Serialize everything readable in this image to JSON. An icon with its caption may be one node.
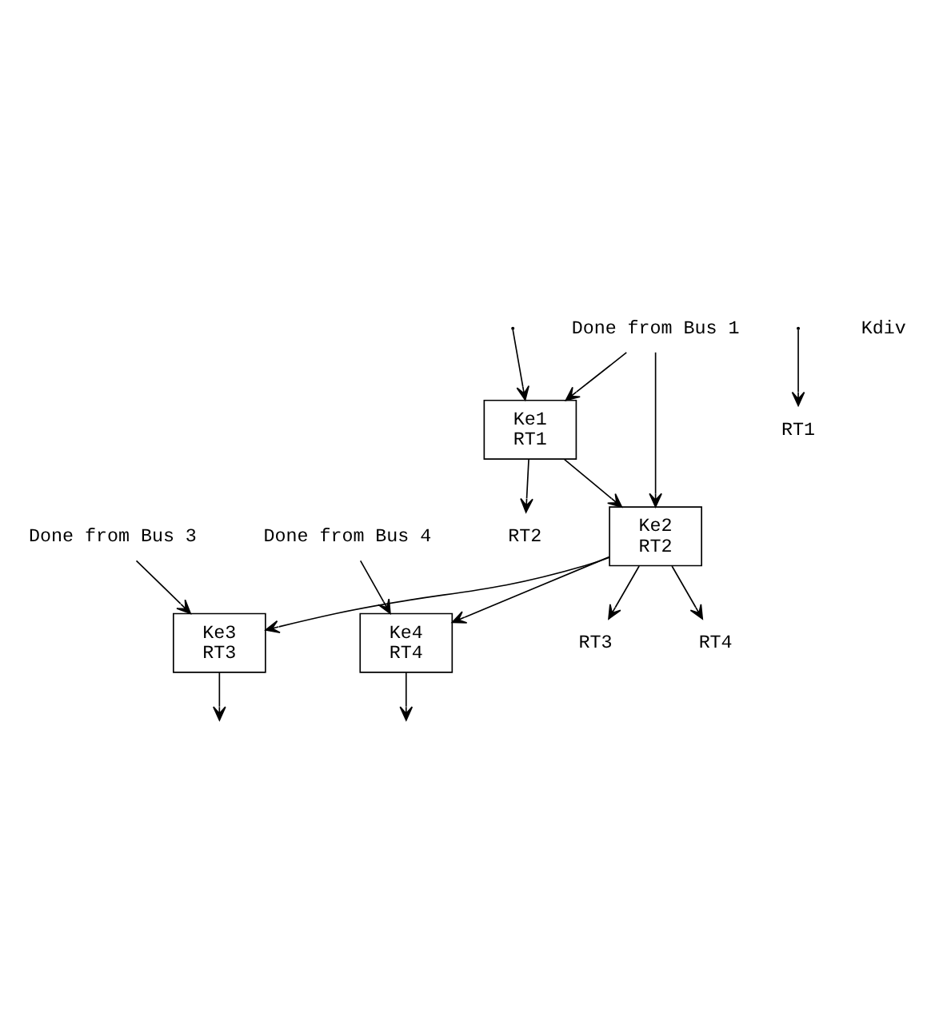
{
  "diagram": {
    "nodes": [
      {
        "text": [
          "Ke1",
          "RT1"
        ]
      },
      {
        "text": [
          "Ke2",
          "RT2"
        ]
      },
      {
        "text": [
          "Ke3",
          "RT3"
        ]
      },
      {
        "text": [
          "Ke4",
          "RT4"
        ]
      },
      {
        "text": [
          "RT1"
        ]
      },
      {
        "text": [
          "RT2"
        ]
      },
      {
        "text": [
          "RT3"
        ]
      },
      {
        "text": [
          "RT4"
        ]
      },
      {
        "text": [
          "Done from Bus 1"
        ]
      },
      {
        "text": [
          "Done from Bus 3"
        ]
      },
      {
        "text": [
          "Done from Bus 4"
        ]
      }
    ],
    "edges": [
      {
        "from": null,
        "to": 0,
        "arrow": "to"
      },
      {
        "from": null,
        "to": 4,
        "arrow": "to"
      },
      {
        "from": 0,
        "to": 1,
        "arrow": "to"
      },
      {
        "from": 0,
        "to": 5,
        "arrow": "to"
      },
      {
        "from": 8,
        "to": 0,
        "arrow": "to"
      },
      {
        "from": 8,
        "to": 1,
        "arrow": "to"
      },
      {
        "from": 1,
        "to": 2,
        "arrow": "to"
      },
      {
        "from": 1,
        "to": 3,
        "arrow": "to"
      },
      {
        "from": 1,
        "to": 6,
        "arrow": "to"
      },
      {
        "from": 1,
        "to": 7,
        "arrow": "to"
      },
      {
        "from": 9,
        "to": 2,
        "arrow": "to"
      },
      {
        "from": 10,
        "to": 3,
        "arrow": "to"
      },
      {
        "from": 2,
        "to": null,
        "arrow": "to"
      },
      {
        "from": 3,
        "to": null,
        "arrow": "to"
      }
    ],
    "labels": [
      "Kdiv"
    ]
  }
}
